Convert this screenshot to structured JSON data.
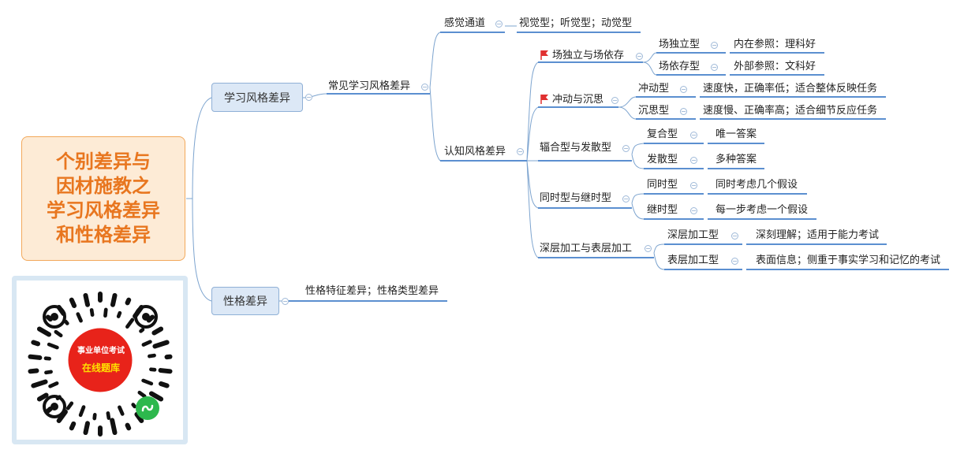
{
  "root": {
    "title": "个别差异与\n因材施教之\n学习风格差异\n和性格差异"
  },
  "branches": {
    "learning_style": {
      "label": "学习风格差异",
      "common": {
        "label": "常见学习风格差异",
        "sensory": {
          "label": "感觉通道",
          "detail": "视觉型；听觉型；动觉型"
        }
      },
      "cognitive": {
        "label": "认知风格差异",
        "groups": [
          {
            "label": "场独立与场依存",
            "flagged": true,
            "items": [
              {
                "label": "场独立型",
                "detail": "内在参照：理科好"
              },
              {
                "label": "场依存型",
                "detail": "外部参照：文科好"
              }
            ]
          },
          {
            "label": "冲动与沉思",
            "flagged": true,
            "items": [
              {
                "label": "冲动型",
                "detail": "速度快，正确率低；适合整体反映任务"
              },
              {
                "label": "沉思型",
                "detail": "速度慢、正确率高；适合细节反应任务"
              }
            ]
          },
          {
            "label": "辐合型与发散型",
            "flagged": false,
            "items": [
              {
                "label": "复合型",
                "detail": "唯一答案"
              },
              {
                "label": "发散型",
                "detail": "多种答案"
              }
            ]
          },
          {
            "label": "同时型与继时型",
            "flagged": false,
            "items": [
              {
                "label": "同时型",
                "detail": "同时考虑几个假设"
              },
              {
                "label": "继时型",
                "detail": "每一步考虑一个假设"
              }
            ]
          },
          {
            "label": "深层加工与表层加工",
            "flagged": false,
            "items": [
              {
                "label": "深层加工型",
                "detail": "深刻理解；适用于能力考试"
              },
              {
                "label": "表层加工型",
                "detail": "表面信息；侧重于事实学习和记忆的考试"
              }
            ]
          }
        ]
      }
    },
    "personality": {
      "label": "性格差异",
      "detail": "性格特征差异；性格类型差异"
    }
  },
  "qr_badge": {
    "line1": "事业单位考试",
    "line2": "在线题库"
  },
  "colors": {
    "line": "#7da4cf",
    "underline": "#5b8fd0",
    "root_text": "#e8761f",
    "root_fill": "#fdebd6",
    "main_fill": "#dce8f6",
    "flag": "#e03030",
    "badge_red": "#e8231a",
    "badge_yellow": "#ffe000",
    "logo_green": "#2db84d"
  }
}
